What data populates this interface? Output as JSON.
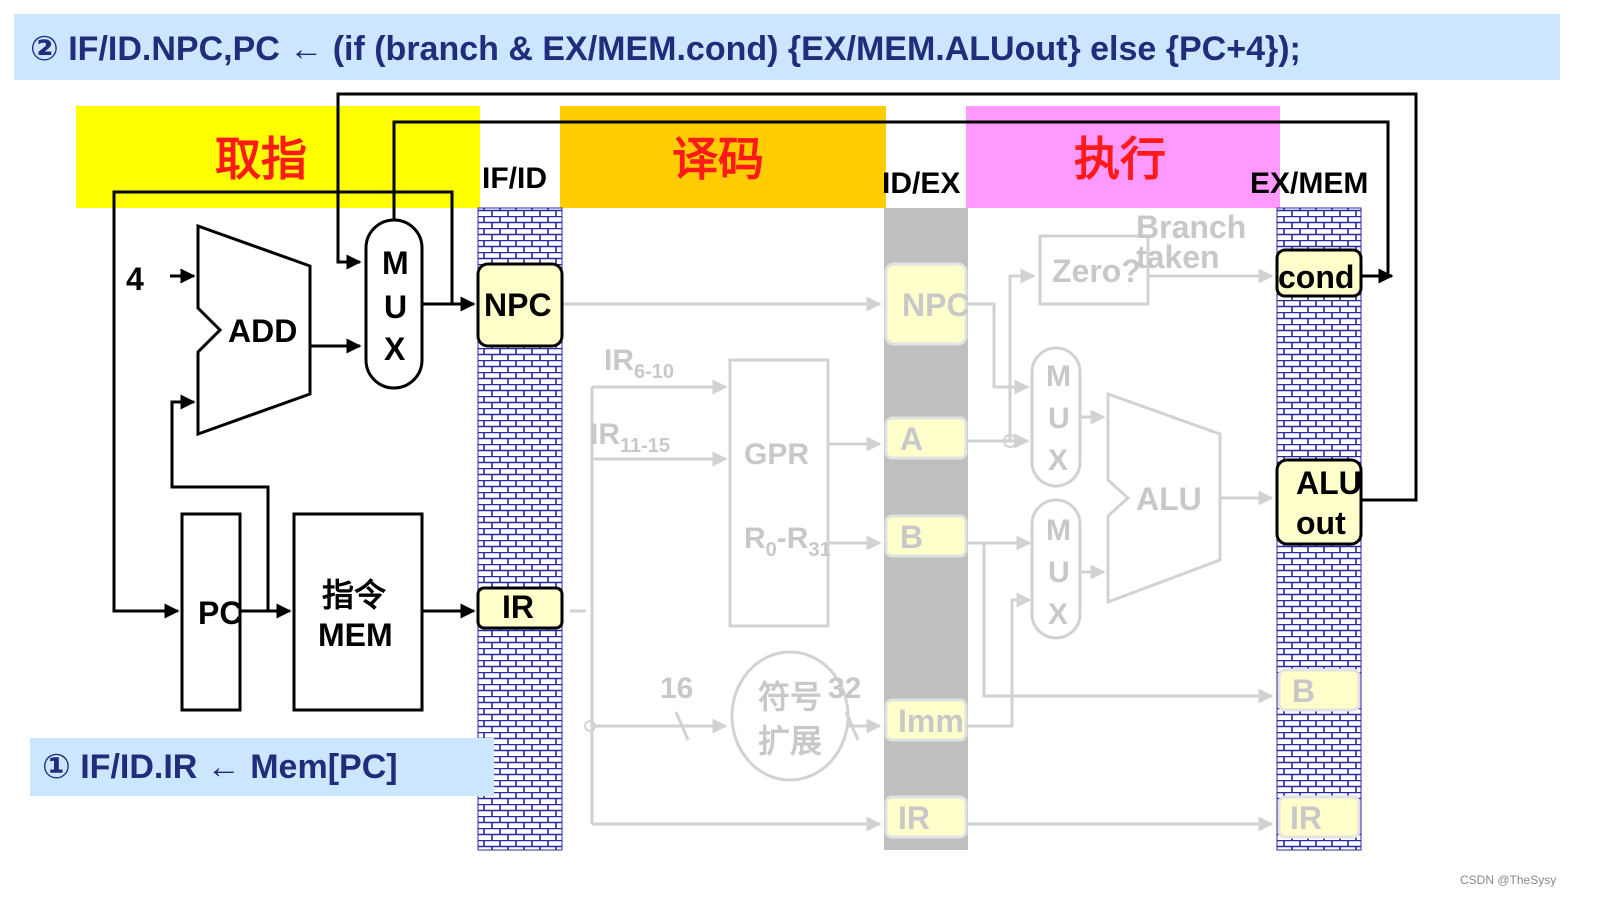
{
  "header": {
    "step2": "② IF/ID.NPC,PC ← (if (branch &  EX/MEM.cond) {EX/MEM.ALUout}  else {PC+4});",
    "step1": "① IF/ID.IR ← Mem[PC]"
  },
  "stages": {
    "fetch": "取指",
    "decode": "译码",
    "execute": "执行"
  },
  "registers": {
    "ifid": "IF/ID",
    "idex": "ID/EX",
    "exmem": "EX/MEM"
  },
  "fetch_unit": {
    "const4": "4",
    "add": "ADD",
    "mux": [
      "M",
      "U",
      "X"
    ],
    "pc": "PC",
    "imem_line1": "指令",
    "imem_line2": "MEM"
  },
  "ifid_fields": {
    "npc": "NPC",
    "ir": "IR"
  },
  "decode_unit": {
    "ir_6_10_base": "IR",
    "ir_6_10_sub": "6-10",
    "ir_11_15_base": "IR",
    "ir_11_15_sub": "11-15",
    "gpr": "GPR",
    "r_base": "R",
    "r_sub0": "0",
    "r_dash": "-R",
    "r_sub31": "31",
    "bits16": "16",
    "bits32": "32",
    "signext_line1": "符号",
    "signext_line2": "扩展"
  },
  "idex_fields": {
    "npc": "NPC",
    "a": "A",
    "b": "B",
    "imm": "Imm",
    "ir": "IR"
  },
  "execute_unit": {
    "zero": "Zero?",
    "branch_line1": "Branch",
    "branch_line2": "taken",
    "mux": [
      "M",
      "U",
      "X"
    ],
    "alu": "ALU"
  },
  "exmem_fields": {
    "cond": "cond",
    "aluout_line1": "ALU",
    "aluout_line2": "out",
    "b": "B",
    "ir": "IR"
  },
  "watermark": "CSDN @TheSysy",
  "colors": {
    "fetch_band": "#ffff00",
    "decode_band": "#ffcc00",
    "execute_band": "#ff99ff",
    "caption_band": "#cce6ff",
    "caption_text": "#1f2d7a",
    "stage_text": "#ff1a1a",
    "pipe_brick": "#2a2aa0",
    "idex_bar": "#bfbfbf",
    "field_fill": "#ffffcc",
    "dim": "#c8c8c8"
  }
}
